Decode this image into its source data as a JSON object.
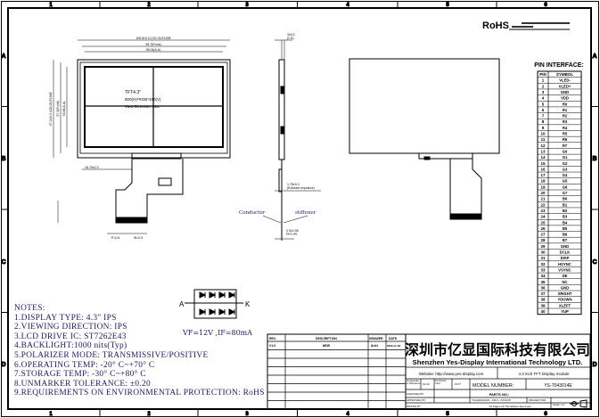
{
  "zones": {
    "rows": [
      "A",
      "B",
      "C",
      "D"
    ],
    "cols": [
      "1",
      "2",
      "3",
      "4",
      "5",
      "6"
    ]
  },
  "rohs": {
    "mark": "RoHS"
  },
  "front_view": {
    "outline_label": "105.5±0.3 LCD OUTLINE",
    "front_label": "95.7(Front)",
    "aa_label": "95.04(A.A)",
    "panel_text": [
      "TFT4.3\"",
      "800(H)*RGB*480(V)",
      "View Direction: ALL"
    ],
    "left_dims": [
      "67.2±0.3 LCD OUTLINE",
      "57.2(Front)",
      "53.86(A.A)"
    ],
    "fpc_dim": "18.79±0.3",
    "tail_dims": [
      "P=0.5",
      "W=0.3"
    ]
  },
  "side_view": {
    "top_dim": [
      "3±0.2",
      "(CG)"
    ],
    "exposed_dim": [
      "1.75±0.3",
      "(Exlusive exposure)"
    ],
    "conductor_label": "Conductor",
    "stiffener_label": "stiffener",
    "fpc_dim": [
      "0.3±0.05",
      "FPC+PI"
    ]
  },
  "pin_interface": {
    "title": "PIN INTERFACE:",
    "headers": [
      "PIN",
      "SYMBOL"
    ],
    "pins": [
      "VLED-",
      "VLED+",
      "GND",
      "VDD",
      "R0",
      "R1",
      "R2",
      "R3",
      "R4",
      "R5",
      "R6",
      "R7",
      "G0",
      "G1",
      "G2",
      "G3",
      "G4",
      "G5",
      "G6",
      "G7",
      "B0",
      "B1",
      "B2",
      "B3",
      "B4",
      "B5",
      "B6",
      "B7",
      "GND",
      "DCLK",
      "DISP",
      "HSYNC",
      "VSYNC",
      "DE",
      "NC",
      "GND",
      "XRIGHT",
      "YDOWN",
      "XLEFT",
      "YUP"
    ]
  },
  "led": {
    "anode": "A",
    "cathode": "K",
    "spec": "VF=12V ,IF=80mA"
  },
  "notes": {
    "title": "NOTES:",
    "items": [
      "1.DISPLAY TYPE:  4.3\" IPS",
      "2.VIEWING DIRECTION: IPS",
      "3.LCD DRIVE IC: ST7262E43",
      "4.BACKLIGHT:1000 nits(Typ)",
      "5.POLARIZER MODE: TRANSMISSIVE/POSITIVE",
      "6.OPERATING TEMP: -20° C~+70° C",
      "7.STORAGE TEMP: -30° C~+80° C",
      "8.UNMARKER TOLERANCE: ±0.20",
      "9.REQUIREMENTS ON ENVIRONMENTAL PROTECTION: RoHS"
    ]
  },
  "title_block": {
    "rev_headers": [
      "REV.",
      "DESCRIPTION",
      "DRAWER",
      "DATE"
    ],
    "rev_row": [
      "V1.0",
      "NEW",
      "Ariel",
      "2022-11-02"
    ],
    "company_cn": "深圳市亿显国际科技有限公司",
    "company_en": "Shenzhen Yes-Display International Technology LTD.",
    "website": "Website: http://www.yes-display.com",
    "product": "4.3 inch TFT Display module",
    "unspecified": "Unspecified Tolerance",
    "tol1": "±0.20",
    "tol2": "±0.5(Unit: mm)",
    "tol3": "±0.5°",
    "model_label": "MODEL NUMBER:",
    "model_value": "YS-T043014E",
    "parts_label": "PARTS NO.:",
    "parts_value": "-",
    "checked": "CHECKED BY",
    "approved": "APPROVED BY",
    "drawn": "DRAWN BY",
    "tolerance_note": "TOLERANCES: .X±0.1 .XX±0.05",
    "projection": "PROJECTION",
    "pages": "All Pages Of This Edition Approved",
    "scale": "Scale: 1:1"
  }
}
